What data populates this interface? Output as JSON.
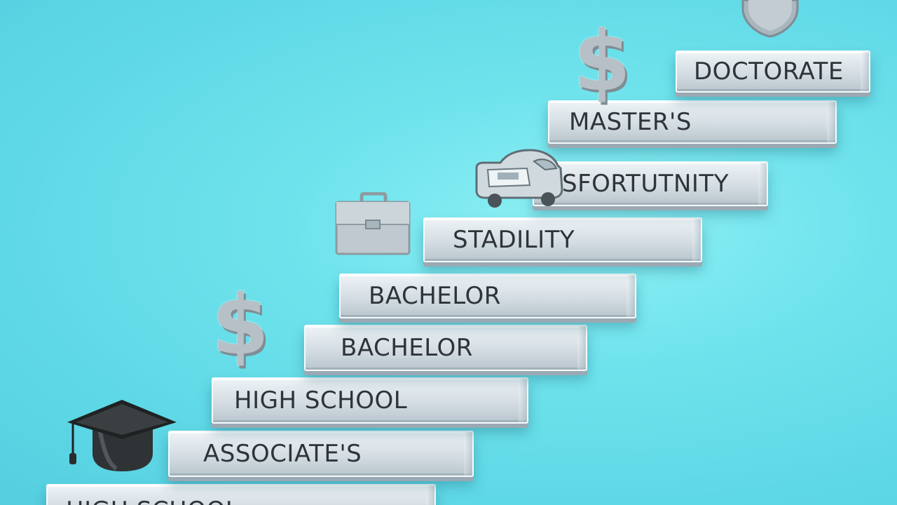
{
  "steps": [
    {
      "label": "HIGH SCHOOL"
    },
    {
      "label": "ASSOCIATE'S"
    },
    {
      "label": "HIGH SCHOOL"
    },
    {
      "label": "BACHELOR"
    },
    {
      "label": "BACHELOR"
    },
    {
      "label": "STADILITY"
    },
    {
      "label": "SFORTUTNITY"
    },
    {
      "label": "MASTER'S"
    },
    {
      "label": "DOCTORATE"
    }
  ],
  "icons": {
    "dollar_upper": "$",
    "dollar_lower": "$",
    "graduation_cap": "graduation-cap-icon",
    "briefcase": "briefcase-icon",
    "car": "car-icon",
    "shield": "shield-icon"
  },
  "colors": {
    "background": "#6fe3ec",
    "step_face": "#d4dde3",
    "text": "#2f3437",
    "icon": "#b6c0c6"
  }
}
